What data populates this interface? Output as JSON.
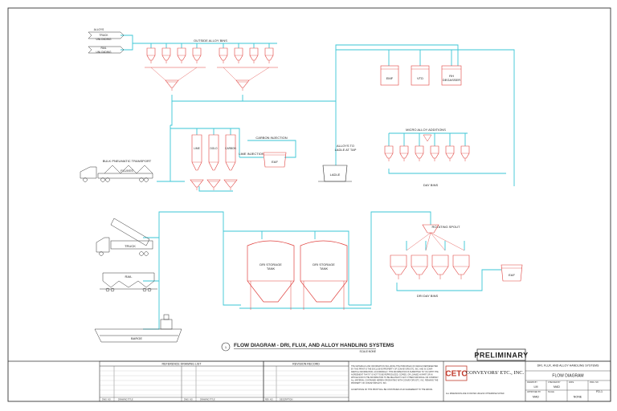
{
  "colors": {
    "pipe": "#39c6d6",
    "equipment": "#e0423f",
    "ink": "#333333",
    "logo": "#c0392b"
  },
  "upper": {
    "sources": [
      "ALLOYS",
      "TRUCK",
      "UNLOADING",
      "RAIL",
      "UNLOADING"
    ],
    "outside_bins_label": "OUTSIDE ALLOY BINS",
    "emf_label": "EMF",
    "vtd_label": "VTD",
    "rh_label": "RH",
    "degasser_label": "DEGASSER",
    "bulk_transport_label": "BULK PNEUMATIC TRANSPORT",
    "fluxes_label": "FLUXES",
    "silo_labels": [
      "LIME",
      "DOLO",
      "CARBON"
    ],
    "carbon_injection_label": "CARBON INJECTION",
    "lime_injection_label": "LIME INJECTION",
    "eaf_label": "EAF",
    "alloys_to_ladle_label": [
      "ALLOYS TO",
      "LADLE AT TAP"
    ],
    "ladle_label": "LADLE",
    "micro_alloy_label": "MICRO ALLOY ADDITIONS",
    "day_bins_label": "DAY BINS"
  },
  "lower": {
    "truck_label": "TRUCK",
    "rail_label": "RAIL",
    "barge_label": "BARGE",
    "storage_tanks": [
      [
        "DRI STORAGE",
        "TANK"
      ],
      [
        "DRI STORAGE",
        "TANK"
      ]
    ],
    "rotating_spout_label": "ROTATING SPOUT",
    "dri_day_bins_label": "DRI DAY BINS",
    "eaf_label": "EAF"
  },
  "drawing_title": {
    "number": "1",
    "text": "FLOW DIAGRAM - DRI, FLUX, AND ALLOY HANDLING SYSTEMS",
    "scale": "SCALE:NONE"
  },
  "title_block": {
    "reference_header": "REFERENCE DRAWING LIST",
    "revision_header": "REVISION RECORD",
    "dwg_no_label": "DWG. NO.",
    "drawing_title_col": "DRAWING TITLE",
    "rev_no_label": "REV. NO.",
    "rev_desc_label": "DESCRIPTION",
    "notice_lines": [
      "THE MATERIALS AND INFORMATION INCLUDING THE PRINCIPLES OF DESIGN REPRESENTED",
      "BY THIS PRINT IS THE EXCLUSIVE PROPERTY OF CONVEYORS ETC. INC. AND IS CONFI-",
      "DENTIAL INFORMATION. ACCORDINGLY, THIS INFORMATION IS SUBMITTED TO YOU WITH THE",
      "AGREEMENT THAT IT IS NOT TO BE REPRODUCED, COPIED, OR LOANED IN PART OR IN",
      "WHOLE NOR IS THE INFORMATION TO BE RELATED TO ANY OTHER INDIVIDUAL OR COMPANY.",
      "ALL MATERIAL CONTAINED HEREIN ORIGINATING WITH CONVEYORS ETC. INC. REMAINS THE",
      "PROPERTY OF CONVEYORS ETC. INC.",
      "ACCEPTANCE OF THIS PRINT WILL BE CONSTRUED AS AN AGREEMENT TO THE ABOVE."
    ],
    "preliminary": "PRELIMINARY",
    "logo": "CETC",
    "company": "CONVEYORS' ETC., INC.",
    "project_title": "DRI, FLUX, AND ALLOY HANDLING SYSTEMS",
    "sheet_title": "FLOW DIAGRAM",
    "dimension_note": "ALL DIMENSIONS ARE IN INCHES UNLESS OTHERWISE NOTED",
    "fields": {
      "drawn_label": "DRAWN BY",
      "drawn_value": "LM",
      "checked_label": "CHECKED BY",
      "checked_value": "MAD",
      "date_label": "DATE",
      "approved_label": "APPROVED BY",
      "approved_value": "MAD",
      "scale_label": "SCALE",
      "scale_value": "NONE",
      "dwg_label": "DWG. NO.",
      "dwg_value": "FD-1"
    }
  }
}
